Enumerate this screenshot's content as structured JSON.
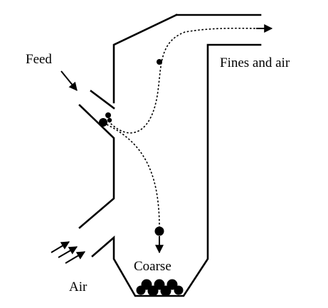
{
  "labels": {
    "feed": "Feed",
    "fines": "Fines and air",
    "coarse": "Coarse",
    "air": "Air"
  },
  "colors": {
    "stroke": "#000000",
    "background": "#ffffff"
  }
}
